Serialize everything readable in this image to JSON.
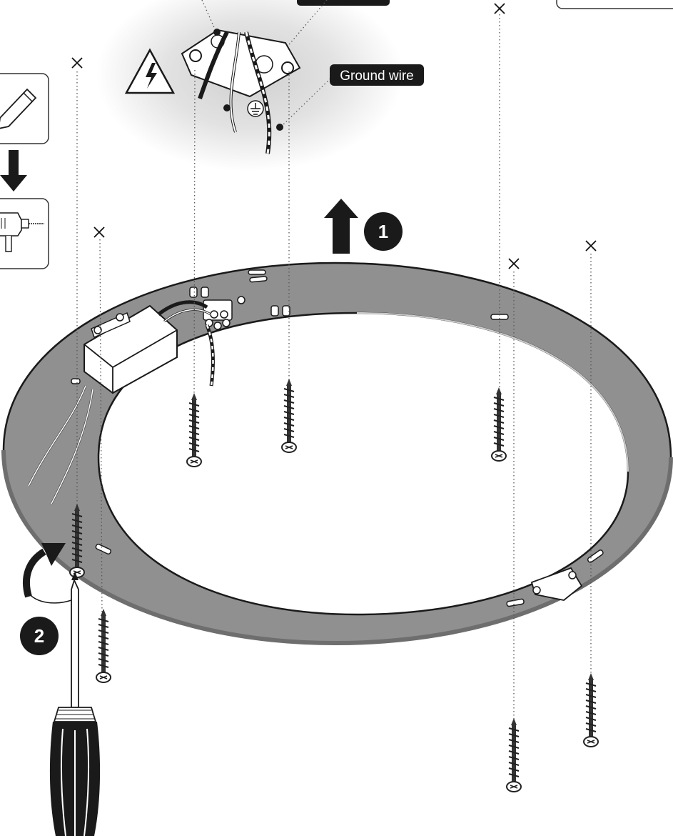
{
  "labels": {
    "ground_wire": "Ground wire"
  },
  "steps": {
    "step1": "1",
    "step2": "2"
  },
  "icons": {
    "warning": "high-voltage-warning-icon",
    "ground": "ground-symbol-icon",
    "pencil": "pencil-icon",
    "drill": "drill-icon",
    "screwdriver": "screwdriver-icon"
  },
  "colors": {
    "ring_fill": "#909090",
    "label_bg": "#1a1a1a",
    "badge_bg": "#1a1a1a",
    "halo": "#d9d9d9"
  }
}
